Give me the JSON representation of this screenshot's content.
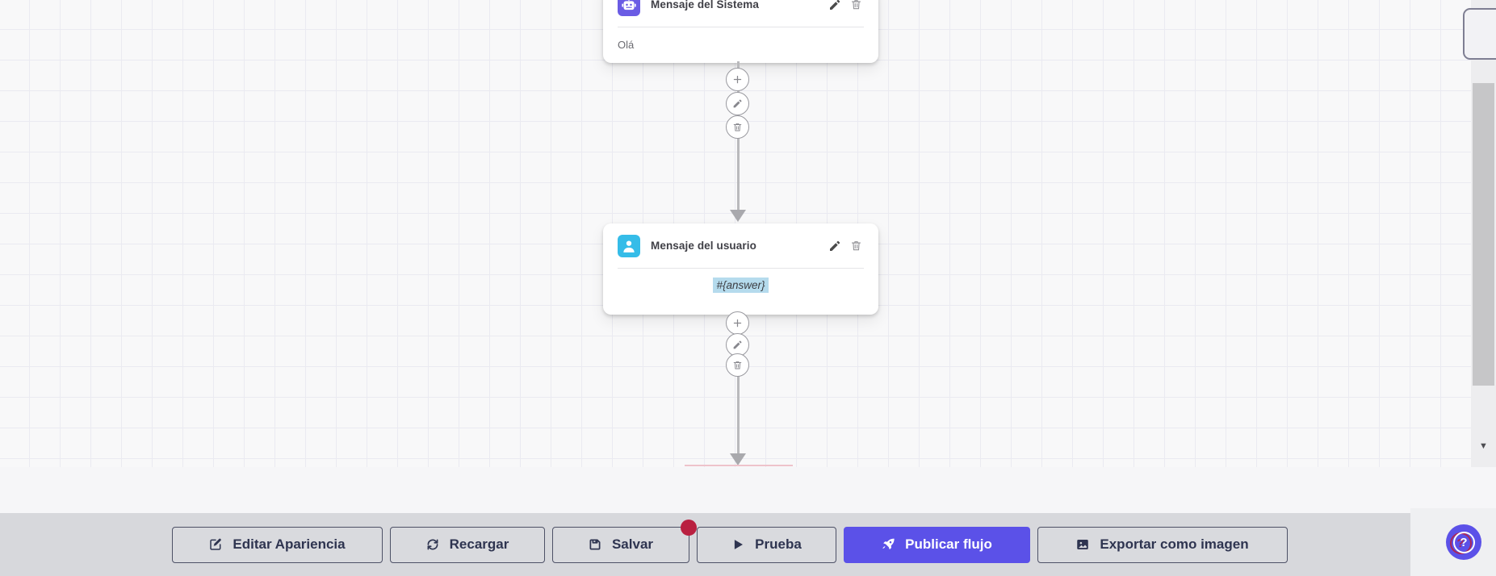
{
  "colors": {
    "accent_purple": "#5b51e8",
    "system_node_icon_bg": "#6a5ce4",
    "user_node_icon_bg": "#35bce8",
    "badge_red": "#b92040",
    "token_highlight_blue": "#b5dbed",
    "toolbar_bg": "#d7d8dc",
    "canvas_bg": "#f8f8f9"
  },
  "canvas": {
    "nodes": [
      {
        "title": "Mensaje del Sistema",
        "content": "Olá",
        "icon": "robot-icon"
      },
      {
        "title": "Mensaje del usuario",
        "content": "#{answer}",
        "icon": "user-icon"
      }
    ],
    "connector_actions": [
      "add",
      "edit",
      "delete"
    ]
  },
  "toolbar": {
    "buttons": [
      {
        "label": "Editar Apariencia",
        "icon": "edit-square-icon"
      },
      {
        "label": "Recargar",
        "icon": "refresh-icon"
      },
      {
        "label": "Salvar",
        "icon": "save-icon",
        "has_unsaved_badge": true
      },
      {
        "label": "Prueba",
        "icon": "play-icon"
      },
      {
        "label": "Publicar flujo",
        "icon": "rocket-icon",
        "primary": true
      },
      {
        "label": "Exportar como imagen",
        "icon": "image-icon"
      }
    ]
  },
  "scrollbar": {
    "down_glyph": "▼"
  },
  "help": {
    "label": "?"
  }
}
